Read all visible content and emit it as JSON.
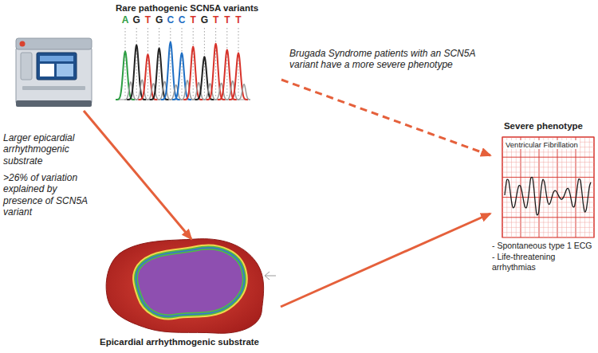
{
  "diagram": {
    "nodes": [
      {
        "text": [
          "Rare pathogenic SCN5A variants"
        ]
      },
      {
        "text": [
          "Severe phenotype",
          "Ventricular Fibrillation",
          "- Spontaneous type 1 ECG",
          "- Life-threatening arrhythmias"
        ]
      },
      {
        "text": [
          "Epicardial arrhythmogenic substrate"
        ]
      }
    ],
    "edges": [
      {
        "from": 0,
        "to": 1,
        "arrow": "to",
        "label": "Brugada Syndrome patients with an SCN5A variant have a more severe phenotype"
      },
      {
        "from": 0,
        "to": 2,
        "arrow": "to",
        "label": "Larger epicardial arrhythmogenic substrate"
      },
      {
        "from": 2,
        "to": 1,
        "arrow": "to"
      }
    ],
    "labels": [
      "A",
      "G",
      "T",
      "G",
      "C",
      "C",
      "T",
      "G",
      "T",
      "T",
      "T",
      ">26% of variation explained by presence of SCN5A variant"
    ]
  }
}
